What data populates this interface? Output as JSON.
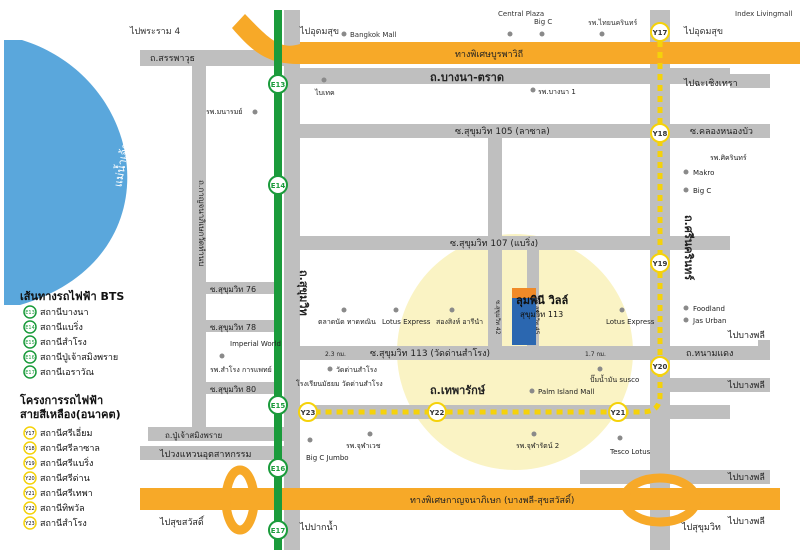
{
  "colors": {
    "road": "#bfbfbf",
    "expressway": "#f7a928",
    "green_line": "#1a9b3b",
    "yellow_line": "#f5d20a",
    "river": "#5aa7dc",
    "circle": "#faf3c4",
    "landmark": "#8a8a8a"
  },
  "top_labels": {
    "pra_ram4": "ไปพระราม 4",
    "udomsuk_1": "ไปอุดมสุข",
    "bangkok_mall": "Bangkok Mall",
    "central_plaza": "Central Plaza",
    "big_c_top": "Big C",
    "thai_insurance": "รพ.ไทยนครินทร์",
    "udomsuk_2": "ไปอุดมสุข",
    "index": "Index Livingmall"
  },
  "roads": {
    "sanphawut": "ถ.สรรพาวุธ",
    "expressway_top": "ทางพิเศษบูรพาวิถี",
    "bangna_trad": "ถ.บางนา-ตราด",
    "chachoengsao": "ไปฉะเชิงเทรา",
    "sukhumvit105": "ซ.สุขุมวิท 105 (ลาซาล)",
    "khlong_nong_bua": "ซ.คลองหนองบัว",
    "sukhumvit107": "ซ.สุขุมวิท 107 (แบริ่ง)",
    "srinakarin": "ถ.ศรีนครินทร์",
    "sukhumvit_main": "ถ.สุขุมวิท",
    "kanchanaphisek_v": "ถ.กาญจนาภิเษกวัดทำนบ",
    "sukhumvit76": "ซ.สุขุมวิท 76",
    "sukhumvit78": "ซ.สุขุมวิท 78",
    "sukhumvit80": "ซ.สุขุมวิท 80",
    "sukhumvit113": "ซ.สุขุมวิท 113 (วัดด่านสำโรง)",
    "thepharak": "ถ.เทพารักษ์",
    "nong_ngam": "ถ.หนามแดง",
    "pu_chao": "ถ.ปู่เจ้าสมิงพราย",
    "bang_phli_1": "ไปบางพลี",
    "bang_phli_2": "ไปบางพลี",
    "bang_phli_3": "ไปบางพลี",
    "bang_phli_4": "ไปบางพลี",
    "industrial": "ไปวงแหวนอุตสาหกรรม",
    "expressway_bottom": "ทางพิเศษกาญจนาภิเษก (บางพลี-สุขสวัสดิ์)",
    "suksawat": "ไปสุขสวัสดิ์",
    "paknam": "ไปปากน้ำ",
    "sukhumvit_out": "ไปสุขุมวิท",
    "soi42": "ซ.สุขุมวิท 42",
    "soi_right": "ซ.สุขุมวิท 45",
    "dist_left": "2.3 กม.",
    "dist_right": "1.7 กม.",
    "river": "แม่น้ำเจ้าพระยา"
  },
  "landmarks": {
    "bitec": "ไบเทค",
    "bangna1": "รพ.บางนา 1",
    "manorom": "รพ.มนารมย์",
    "srinakarin_hosp": "รพ.ศิครินทร์",
    "makro": "Makro",
    "big_c_2": "Big C",
    "foodland": "Foodland",
    "jas_urban": "Jas Urban",
    "imperial_world": "Imperial World",
    "samrong_hosp": "รพ.สำโรง การแพทย์",
    "market": "ตลาดนัด ทาดทณิน",
    "lotus_express_1": "Lotus Express",
    "songsin": "สองสิงห์ อารีนำ",
    "lotus_express_2": "Lotus Express",
    "wat_dan": "วัดด่านสำโรง",
    "school": "โรงเรียนมัธยม วัดด่านสำโรง",
    "gas": "ปั๊มน้ำมัน susco",
    "palm_island": "Palm Island Mall",
    "chularat": "รพ.จุฬาเวช",
    "chularat2": "รพ.จุฬารัตน์ 2",
    "big_c_jumbo": "Big C Jumbo",
    "tesco": "Tesco Lotus"
  },
  "project": {
    "name": "ลุมพินี วิลล์",
    "sub": "สุขุมวิท 113"
  },
  "stations_green": [
    "E13",
    "E14",
    "E15",
    "E16",
    "E17"
  ],
  "stations_yellow": [
    "Y17",
    "Y18",
    "Y19",
    "Y20",
    "Y21",
    "Y22",
    "Y23"
  ],
  "legend_bts": {
    "title": "เส้นทางรถไฟฟ้า BTS",
    "items": [
      {
        "code": "E13",
        "label": "สถานีบางนา"
      },
      {
        "code": "E14",
        "label": "สถานีแบริ่ง"
      },
      {
        "code": "E15",
        "label": "สถานีสำโรง"
      },
      {
        "code": "E16",
        "label": "สถานีปู่เจ้าสมิงพราย"
      },
      {
        "code": "E17",
        "label": "สถานีเอราวัณ"
      }
    ]
  },
  "legend_yellow": {
    "title1": "โครงการรถไฟฟ้า",
    "title2": "สายสีเหลือง(อนาคต)",
    "items": [
      {
        "code": "Y17",
        "label": "สถานีศรีเอี่ยม"
      },
      {
        "code": "Y18",
        "label": "สถานีศรีลาซาล"
      },
      {
        "code": "Y19",
        "label": "สถานีศรีแบริ่ง"
      },
      {
        "code": "Y20",
        "label": "สถานีศรีด่าน"
      },
      {
        "code": "Y21",
        "label": "สถานีศรีเทพา"
      },
      {
        "code": "Y22",
        "label": "สถานีทิพวัล"
      },
      {
        "code": "Y23",
        "label": "สถานีสำโรง"
      }
    ]
  }
}
